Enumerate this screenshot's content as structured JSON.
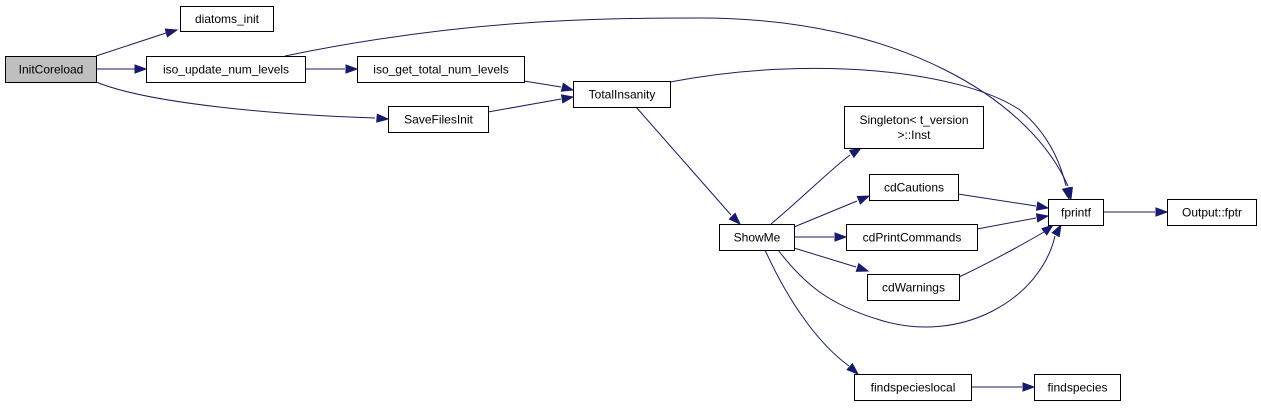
{
  "diagram": {
    "type": "call-graph",
    "colors": {
      "edge": "#191970",
      "node_fill": "#ffffff",
      "root_fill": "#bfbfbf",
      "node_border": "#000000"
    },
    "nodes": [
      {
        "id": "InitCoreload",
        "label": "InitCoreload",
        "root": true
      },
      {
        "id": "diatoms_init",
        "label": "diatoms_init"
      },
      {
        "id": "iso_update_num_levels",
        "label": "iso_update_num_levels"
      },
      {
        "id": "iso_get_total_num_levels",
        "label": "iso_get_total_num_levels"
      },
      {
        "id": "SaveFilesInit",
        "label": "SaveFilesInit"
      },
      {
        "id": "TotalInsanity",
        "label": "TotalInsanity"
      },
      {
        "id": "Singleton",
        "label": "Singleton< t_version\n>::Inst"
      },
      {
        "id": "cdCautions",
        "label": "cdCautions"
      },
      {
        "id": "ShowMe",
        "label": "ShowMe"
      },
      {
        "id": "cdPrintCommands",
        "label": "cdPrintCommands"
      },
      {
        "id": "cdWarnings",
        "label": "cdWarnings"
      },
      {
        "id": "fprintf",
        "label": "fprintf"
      },
      {
        "id": "Output_fptr",
        "label": "Output::fptr"
      },
      {
        "id": "findspecieslocal",
        "label": "findspecieslocal"
      },
      {
        "id": "findspecies",
        "label": "findspecies"
      }
    ],
    "edges": [
      {
        "from": "InitCoreload",
        "to": "diatoms_init"
      },
      {
        "from": "InitCoreload",
        "to": "iso_update_num_levels"
      },
      {
        "from": "InitCoreload",
        "to": "SaveFilesInit"
      },
      {
        "from": "iso_update_num_levels",
        "to": "iso_get_total_num_levels"
      },
      {
        "from": "iso_update_num_levels",
        "to": "fprintf"
      },
      {
        "from": "iso_get_total_num_levels",
        "to": "TotalInsanity"
      },
      {
        "from": "SaveFilesInit",
        "to": "TotalInsanity"
      },
      {
        "from": "TotalInsanity",
        "to": "fprintf"
      },
      {
        "from": "TotalInsanity",
        "to": "ShowMe"
      },
      {
        "from": "ShowMe",
        "to": "Singleton"
      },
      {
        "from": "ShowMe",
        "to": "cdCautions"
      },
      {
        "from": "ShowMe",
        "to": "cdPrintCommands"
      },
      {
        "from": "ShowMe",
        "to": "cdWarnings"
      },
      {
        "from": "ShowMe",
        "to": "fprintf"
      },
      {
        "from": "ShowMe",
        "to": "findspecieslocal"
      },
      {
        "from": "cdCautions",
        "to": "fprintf"
      },
      {
        "from": "cdPrintCommands",
        "to": "fprintf"
      },
      {
        "from": "cdWarnings",
        "to": "fprintf"
      },
      {
        "from": "fprintf",
        "to": "Output_fptr"
      },
      {
        "from": "findspecieslocal",
        "to": "findspecies"
      }
    ]
  }
}
